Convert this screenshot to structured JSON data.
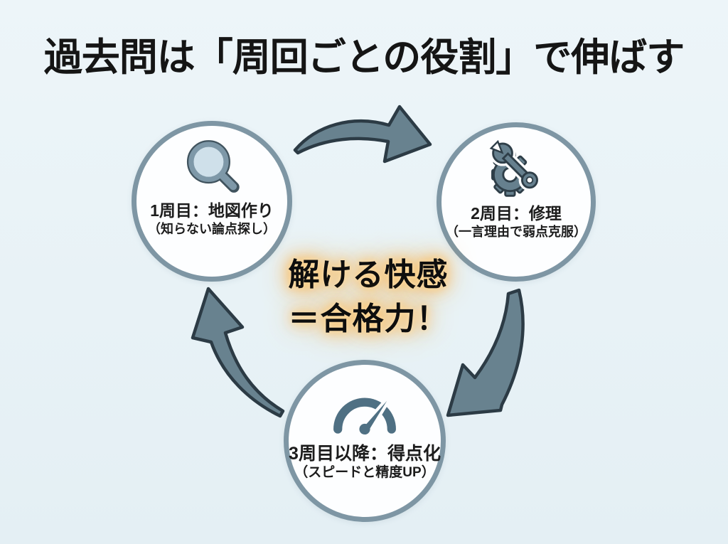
{
  "title": "過去問は「周回ごとの役割」で伸ばす",
  "center": {
    "line1": "解ける快感",
    "line2": "＝合格力！"
  },
  "nodes": [
    {
      "icon": "magnifier-icon",
      "line1": "1周目：地図作り",
      "line2": "（知らない論点探し）"
    },
    {
      "icon": "wrench-gear-icon",
      "line1": "2周目：修理",
      "line2": "（一言理由で弱点克服）"
    },
    {
      "icon": "speedometer-icon",
      "line1": "3周目以降：得点化",
      "line2": "（スピードと精度UP）"
    }
  ],
  "arrows": [
    {
      "name": "arrow-node1-to-node2",
      "direction": "curves over the top, pointing right"
    },
    {
      "name": "arrow-node2-to-node3",
      "direction": "curves down-left, pointing lower-left"
    },
    {
      "name": "arrow-node3-to-node1",
      "direction": "curves up-left, pointing up"
    }
  ],
  "colors": {
    "background": "#e9f2f6",
    "circle_fill": "#fdfeff",
    "circle_border": "#7e96a4",
    "arrow_fill": "#68828f",
    "arrow_outline": "#2c3b45",
    "title_text": "#151515",
    "body_text": "#1c1c1c",
    "glow": "#f6ad45"
  }
}
